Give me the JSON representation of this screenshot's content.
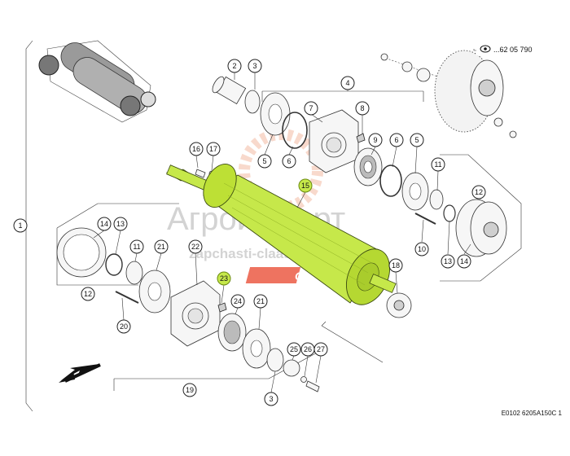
{
  "diagram": {
    "reference_label": "...62 05 790",
    "footer_code": "E0102 6205A150C 1",
    "highlight_part": "15",
    "watermark": {
      "title": "Агроимпорт",
      "url": "zapchasti-claas.ru",
      "brand": "CLAAS"
    },
    "callouts": [
      {
        "id": "c1",
        "label": "1"
      },
      {
        "id": "c2",
        "label": "2"
      },
      {
        "id": "c3a",
        "label": "3"
      },
      {
        "id": "c4",
        "label": "4"
      },
      {
        "id": "c7",
        "label": "7"
      },
      {
        "id": "c8",
        "label": "8"
      },
      {
        "id": "c5a",
        "label": "5"
      },
      {
        "id": "c6a",
        "label": "6"
      },
      {
        "id": "c9",
        "label": "9"
      },
      {
        "id": "c6b",
        "label": "6"
      },
      {
        "id": "c5b",
        "label": "5"
      },
      {
        "id": "c11a",
        "label": "11"
      },
      {
        "id": "c12a",
        "label": "12"
      },
      {
        "id": "c16",
        "label": "16"
      },
      {
        "id": "c17",
        "label": "17"
      },
      {
        "id": "c15",
        "label": "15"
      },
      {
        "id": "c10",
        "label": "10"
      },
      {
        "id": "c13a",
        "label": "13"
      },
      {
        "id": "c14a",
        "label": "14"
      },
      {
        "id": "c14b",
        "label": "14"
      },
      {
        "id": "c13b",
        "label": "13"
      },
      {
        "id": "c11b",
        "label": "11"
      },
      {
        "id": "c21a",
        "label": "21"
      },
      {
        "id": "c22",
        "label": "22"
      },
      {
        "id": "c23",
        "label": "23"
      },
      {
        "id": "c12b",
        "label": "12"
      },
      {
        "id": "c18",
        "label": "18"
      },
      {
        "id": "c24",
        "label": "24"
      },
      {
        "id": "c21b",
        "label": "21"
      },
      {
        "id": "c20",
        "label": "20"
      },
      {
        "id": "c25",
        "label": "25"
      },
      {
        "id": "c26",
        "label": "26"
      },
      {
        "id": "c27",
        "label": "27"
      },
      {
        "id": "c19",
        "label": "19"
      },
      {
        "id": "c3b",
        "label": "3"
      }
    ]
  }
}
